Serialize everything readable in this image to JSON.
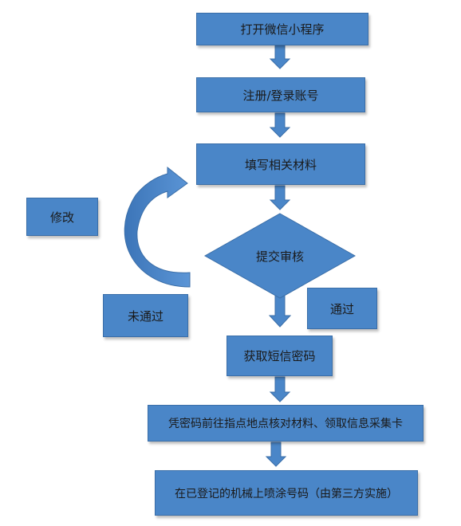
{
  "steps": {
    "open_miniprogram": "打开微信小程序",
    "register_login": "注册/登录账号",
    "fill_materials": "填写相关材料",
    "submit_review": "提交审核",
    "get_sms_code": "获取短信密码",
    "go_to_site": "凭密码前往指点地点核对材料、领取信息采集卡",
    "spray_code": "在已登记的机械上喷涂号码（由第三方实施）"
  },
  "labels": {
    "modify": "修改",
    "not_passed": "未通过",
    "passed": "通过"
  },
  "colors": {
    "box_fill": "#4a86c8",
    "box_border": "#3a6ea8",
    "text": "#1a1a1a"
  }
}
